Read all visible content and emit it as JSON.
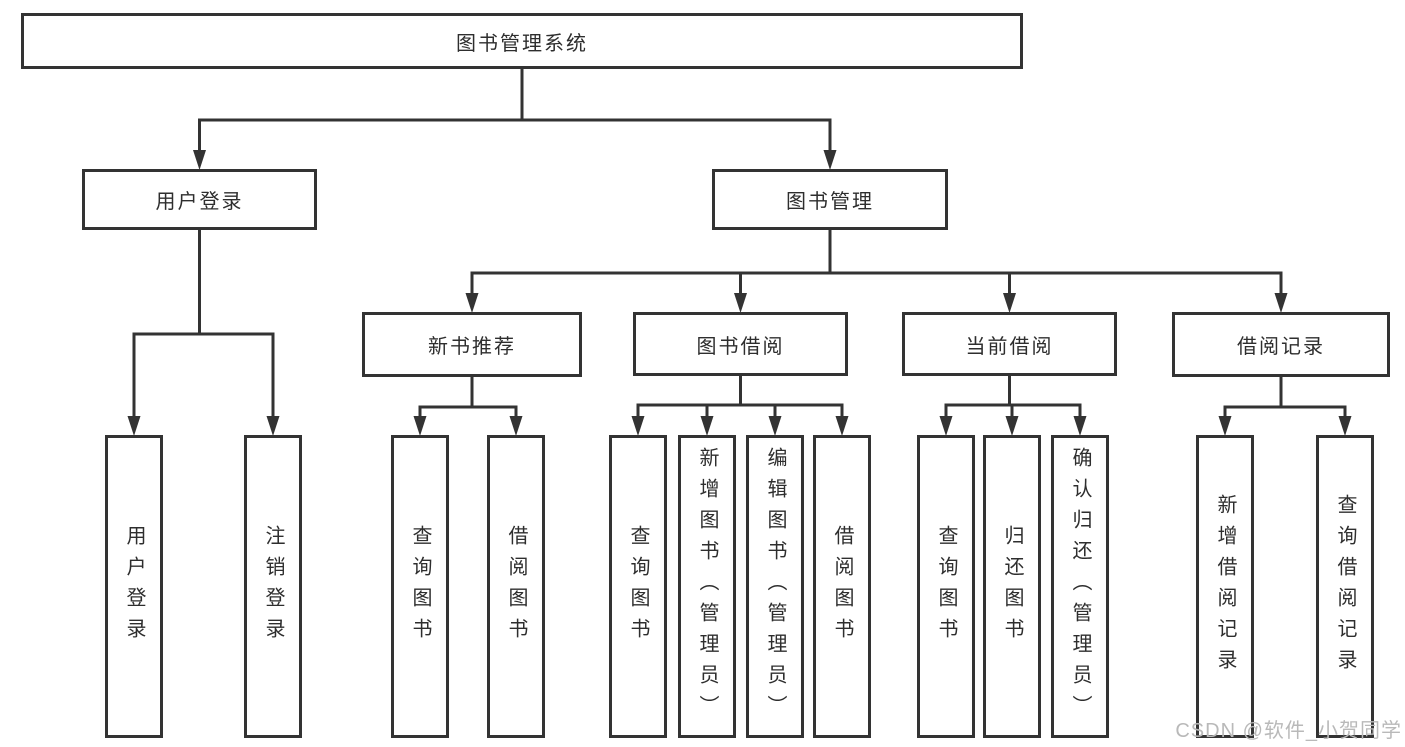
{
  "diagram": {
    "type": "hierarchy-tree",
    "title": "图书管理系统",
    "watermark": "CSDN @软件_小贺同学",
    "colors": {
      "line": "#333333",
      "text": "#2e2e2e",
      "background": "#ffffff",
      "watermark": "#b9b9b9"
    },
    "nodes": {
      "root": {
        "label": "图书管理系统"
      },
      "user_login": {
        "label": "用户登录"
      },
      "book_mgmt": {
        "label": "图书管理"
      },
      "new_books": {
        "label": "新书推荐"
      },
      "book_borrow": {
        "label": "图书借阅"
      },
      "current_borrow": {
        "label": "当前借阅"
      },
      "borrow_records": {
        "label": "借阅记录"
      },
      "leaf_ul_login": {
        "label": "用户登录"
      },
      "leaf_ul_logout": {
        "label": "注销登录"
      },
      "leaf_nb_query": {
        "label": "查询图书"
      },
      "leaf_nb_borrow": {
        "label": "借阅图书"
      },
      "leaf_bb_query": {
        "label": "查询图书"
      },
      "leaf_bb_add": {
        "label": "新增图书（管理员）"
      },
      "leaf_bb_edit": {
        "label": "编辑图书（管理员）"
      },
      "leaf_bb_borrow": {
        "label": "借阅图书"
      },
      "leaf_cb_query": {
        "label": "查询图书"
      },
      "leaf_cb_return": {
        "label": "归还图书"
      },
      "leaf_cb_confirm": {
        "label": "确认归还（管理员）"
      },
      "leaf_br_add": {
        "label": "新增借阅记录"
      },
      "leaf_br_query": {
        "label": "查询借阅记录"
      }
    },
    "tree": {
      "id": "root",
      "children": [
        {
          "id": "user_login",
          "children": [
            {
              "id": "leaf_ul_login"
            },
            {
              "id": "leaf_ul_logout"
            }
          ]
        },
        {
          "id": "book_mgmt",
          "children": [
            {
              "id": "new_books",
              "children": [
                {
                  "id": "leaf_nb_query"
                },
                {
                  "id": "leaf_nb_borrow"
                }
              ]
            },
            {
              "id": "book_borrow",
              "children": [
                {
                  "id": "leaf_bb_query"
                },
                {
                  "id": "leaf_bb_add"
                },
                {
                  "id": "leaf_bb_edit"
                },
                {
                  "id": "leaf_bb_borrow"
                }
              ]
            },
            {
              "id": "current_borrow",
              "children": [
                {
                  "id": "leaf_cb_query"
                },
                {
                  "id": "leaf_cb_return"
                },
                {
                  "id": "leaf_cb_confirm"
                }
              ]
            },
            {
              "id": "borrow_records",
              "children": [
                {
                  "id": "leaf_br_add"
                },
                {
                  "id": "leaf_br_query"
                }
              ]
            }
          ]
        }
      ]
    }
  }
}
